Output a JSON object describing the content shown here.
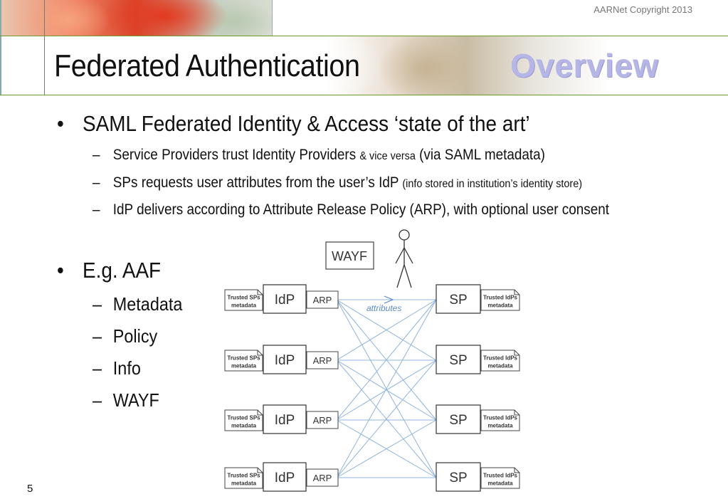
{
  "header": {
    "copyright": "AARNet Copyright 2013",
    "title": "Federated Authentication",
    "section": "Overview"
  },
  "bullets": {
    "b1": "SAML Federated Identity & Access ‘state of the art’",
    "b1_1_main": "Service Providers trust  Identity Providers ",
    "b1_1_small": "& vice versa",
    "b1_1_tail": " (via SAML metadata)",
    "b1_2_main": "SPs requests user attributes from the user’s IdP ",
    "b1_2_small": "(info stored in institution’s identity store)",
    "b1_3": "IdP delivers according to Attribute Release Policy (ARP), with optional user consent",
    "b2": "E.g. AAF",
    "b2_items": [
      "Metadata",
      "Policy",
      "Info",
      "WAYF"
    ]
  },
  "diagram": {
    "wayf": "WAYF",
    "idp": "IdP",
    "arp": "ARP",
    "sp": "SP",
    "idp_doc_line1": "Trusted SPs",
    "idp_doc_line2": "metadata",
    "sp_doc_line1": "Trusted IdPs",
    "sp_doc_line2": "metadata",
    "attributes": "attributes",
    "line_color": "#8fb4dc"
  },
  "slide_number": "5"
}
